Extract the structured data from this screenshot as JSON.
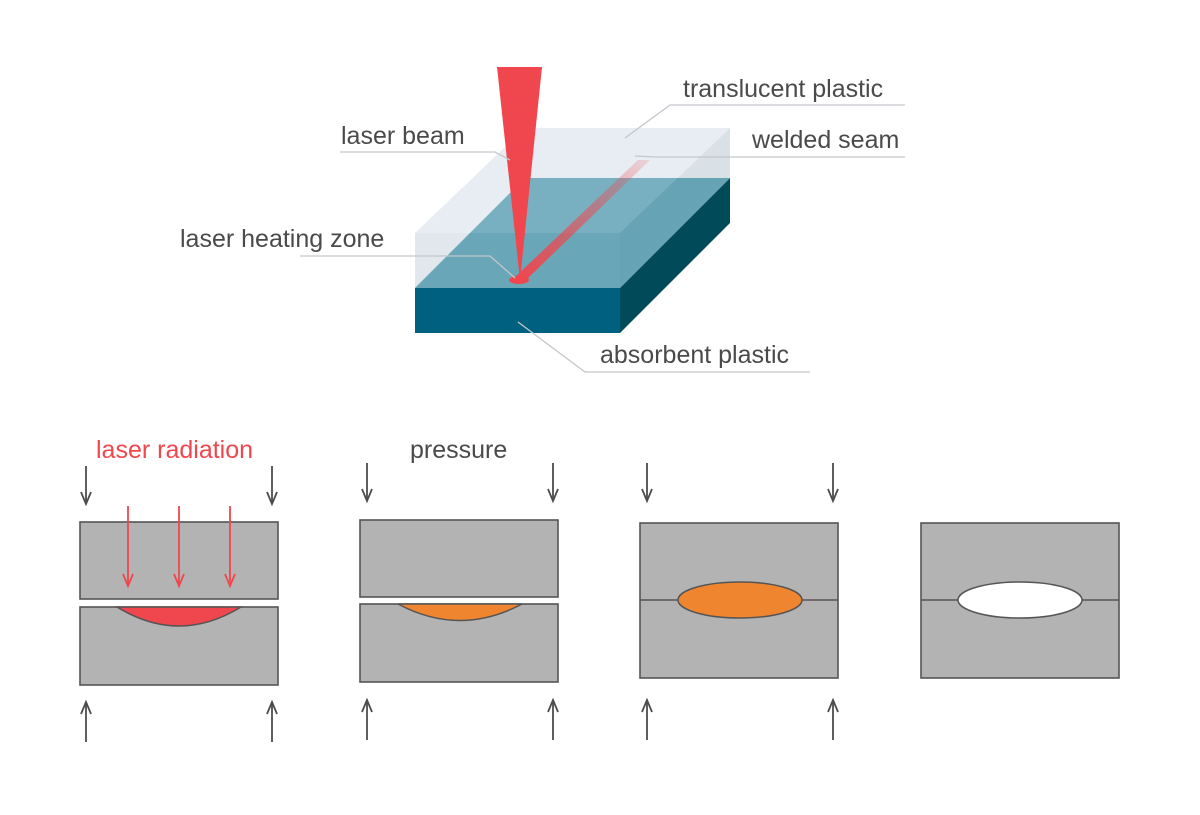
{
  "labels": {
    "translucent": "translucent plastic",
    "beam": "laser beam",
    "seam": "welded seam",
    "heating": "laser heating zone",
    "absorbent": "absorbent plastic",
    "radiation": "laser radiation",
    "pressure": "pressure"
  },
  "colors": {
    "laser": "#f0464d",
    "absorbent_front": "#006080",
    "absorbent_side": "#004a5a",
    "melt_laser": "#f0464d",
    "melt_heated": "#f08530",
    "weld_done": "#ffffff",
    "plastic_gray": "#b3b3b3"
  },
  "icons": [
    "down-arrow-icon",
    "up-arrow-icon",
    "laser-ray-icon"
  ]
}
